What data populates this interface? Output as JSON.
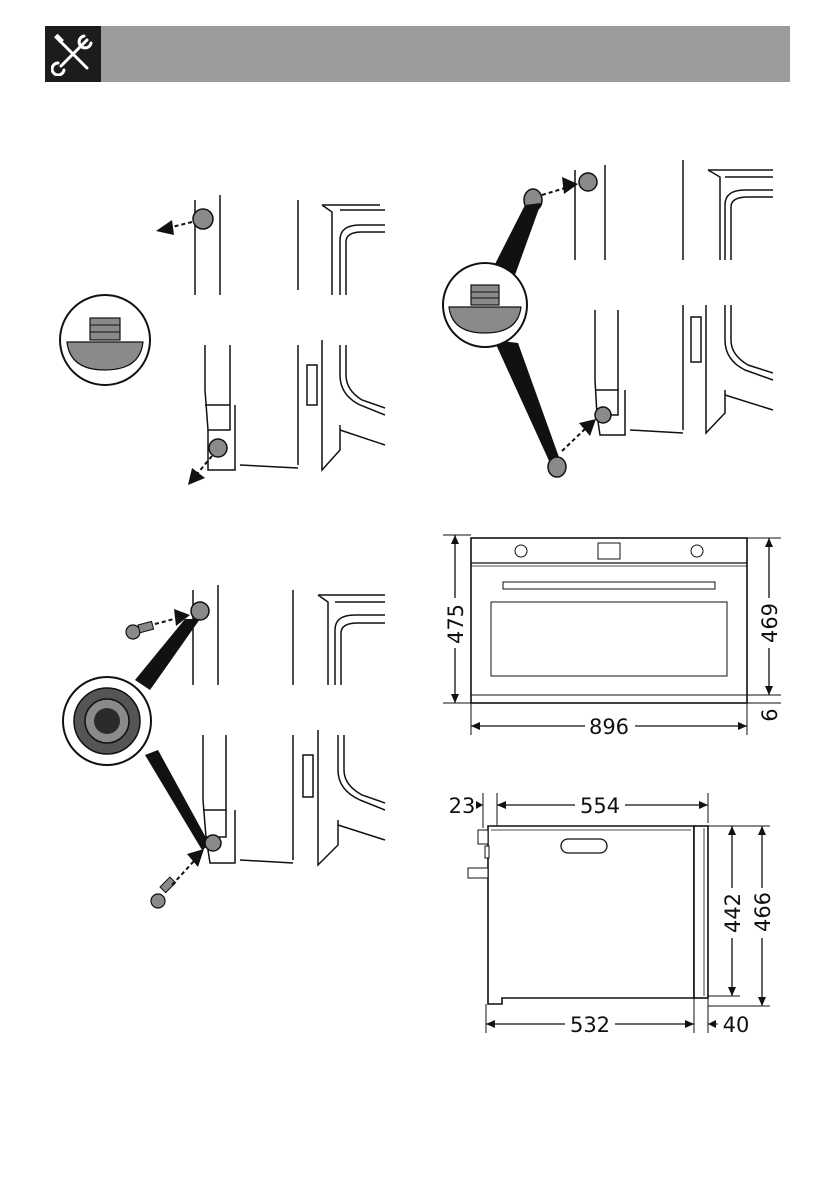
{
  "header": {
    "icon": "tools-icon"
  },
  "front_view": {
    "height_left": "475",
    "height_right": "469",
    "bottom_gap": "6",
    "width": "896"
  },
  "side_view": {
    "knob_depth": "23",
    "body_depth_top": "554",
    "body_depth_bottom": "532",
    "door_thickness": "40",
    "body_height": "442",
    "total_height": "466"
  }
}
